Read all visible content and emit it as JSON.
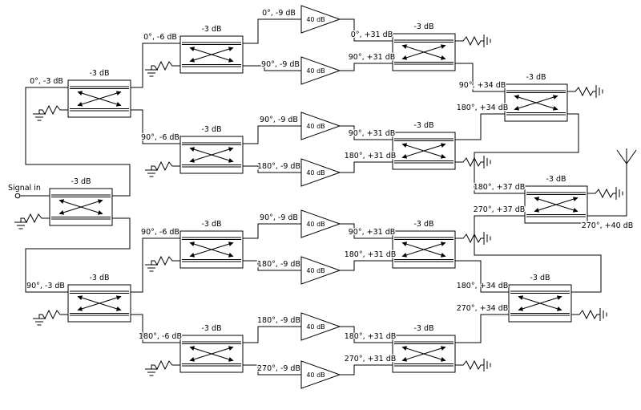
{
  "input": {
    "label": "Signal in"
  },
  "colors": {
    "line": "#000000",
    "background": "#ffffff"
  },
  "couplers": [
    {
      "id": "input-hybrid",
      "label": "-3 dB"
    },
    {
      "id": "splitter-upper",
      "label": "-3 dB"
    },
    {
      "id": "splitter-lower",
      "label": "-3 dB"
    },
    {
      "id": "splitter-branch-1",
      "label": "-3 dB"
    },
    {
      "id": "splitter-branch-2",
      "label": "-3 dB"
    },
    {
      "id": "splitter-branch-3",
      "label": "-3 dB"
    },
    {
      "id": "splitter-branch-4",
      "label": "-3 dB"
    },
    {
      "id": "combiner-branch-1",
      "label": "-3 dB"
    },
    {
      "id": "combiner-branch-2",
      "label": "-3 dB"
    },
    {
      "id": "combiner-branch-3",
      "label": "-3 dB"
    },
    {
      "id": "combiner-branch-4",
      "label": "-3 dB"
    },
    {
      "id": "combiner-upper",
      "label": "-3 dB"
    },
    {
      "id": "combiner-lower",
      "label": "-3 dB"
    },
    {
      "id": "output-combiner",
      "label": "-3 dB"
    }
  ],
  "amplifiers": [
    {
      "id": "amp-1",
      "gain": "40 dB"
    },
    {
      "id": "amp-2",
      "gain": "40 dB"
    },
    {
      "id": "amp-3",
      "gain": "40 dB"
    },
    {
      "id": "amp-4",
      "gain": "40 dB"
    },
    {
      "id": "amp-5",
      "gain": "40 dB"
    },
    {
      "id": "amp-6",
      "gain": "40 dB"
    },
    {
      "id": "amp-7",
      "gain": "40 dB"
    },
    {
      "id": "amp-8",
      "gain": "40 dB"
    }
  ],
  "wire_labels": [
    {
      "id": "in-upper",
      "text": "0°, -3 dB"
    },
    {
      "id": "in-lower",
      "text": "90°, -3 dB"
    },
    {
      "id": "branch-1-in",
      "text": "0°, -6 dB"
    },
    {
      "id": "branch-2-in",
      "text": "90°, -6 dB"
    },
    {
      "id": "branch-3-in",
      "text": "90°, -6 dB"
    },
    {
      "id": "branch-4-in",
      "text": "180°, -6 dB"
    },
    {
      "id": "amp-1-in",
      "text": "0°, -9 dB"
    },
    {
      "id": "amp-2-in",
      "text": "90°, -9 dB"
    },
    {
      "id": "amp-3-in",
      "text": "90°, -9 dB"
    },
    {
      "id": "amp-4-in",
      "text": "180°, -9 dB"
    },
    {
      "id": "amp-5-in",
      "text": "90°, -9 dB"
    },
    {
      "id": "amp-6-in",
      "text": "180°, -9 dB"
    },
    {
      "id": "amp-7-in",
      "text": "180°, -9 dB"
    },
    {
      "id": "amp-8-in",
      "text": "270°, -9 dB"
    },
    {
      "id": "amp-1-out",
      "text": "0°, +31 dB"
    },
    {
      "id": "amp-2-out",
      "text": "90°, +31 dB"
    },
    {
      "id": "amp-3-out",
      "text": "90°, +31 dB"
    },
    {
      "id": "amp-4-out",
      "text": "180°, +31 dB"
    },
    {
      "id": "amp-5-out",
      "text": "90°, +31 dB"
    },
    {
      "id": "amp-6-out",
      "text": "180°, +31 dB"
    },
    {
      "id": "amp-7-out",
      "text": "180°, +31 dB"
    },
    {
      "id": "amp-8-out",
      "text": "270°, +31 dB"
    },
    {
      "id": "combiner-1-out",
      "text": "90°, +34 dB"
    },
    {
      "id": "combiner-2-out",
      "text": "180°, +34 dB"
    },
    {
      "id": "combiner-3-out",
      "text": "180°, +34 dB"
    },
    {
      "id": "combiner-4-out",
      "text": "270°, +34 dB"
    },
    {
      "id": "combiner-upper-out",
      "text": "180°, +37 dB"
    },
    {
      "id": "combiner-lower-out",
      "text": "270°, +37 dB"
    },
    {
      "id": "antenna-feed",
      "text": "270°, +40 dB"
    }
  ]
}
